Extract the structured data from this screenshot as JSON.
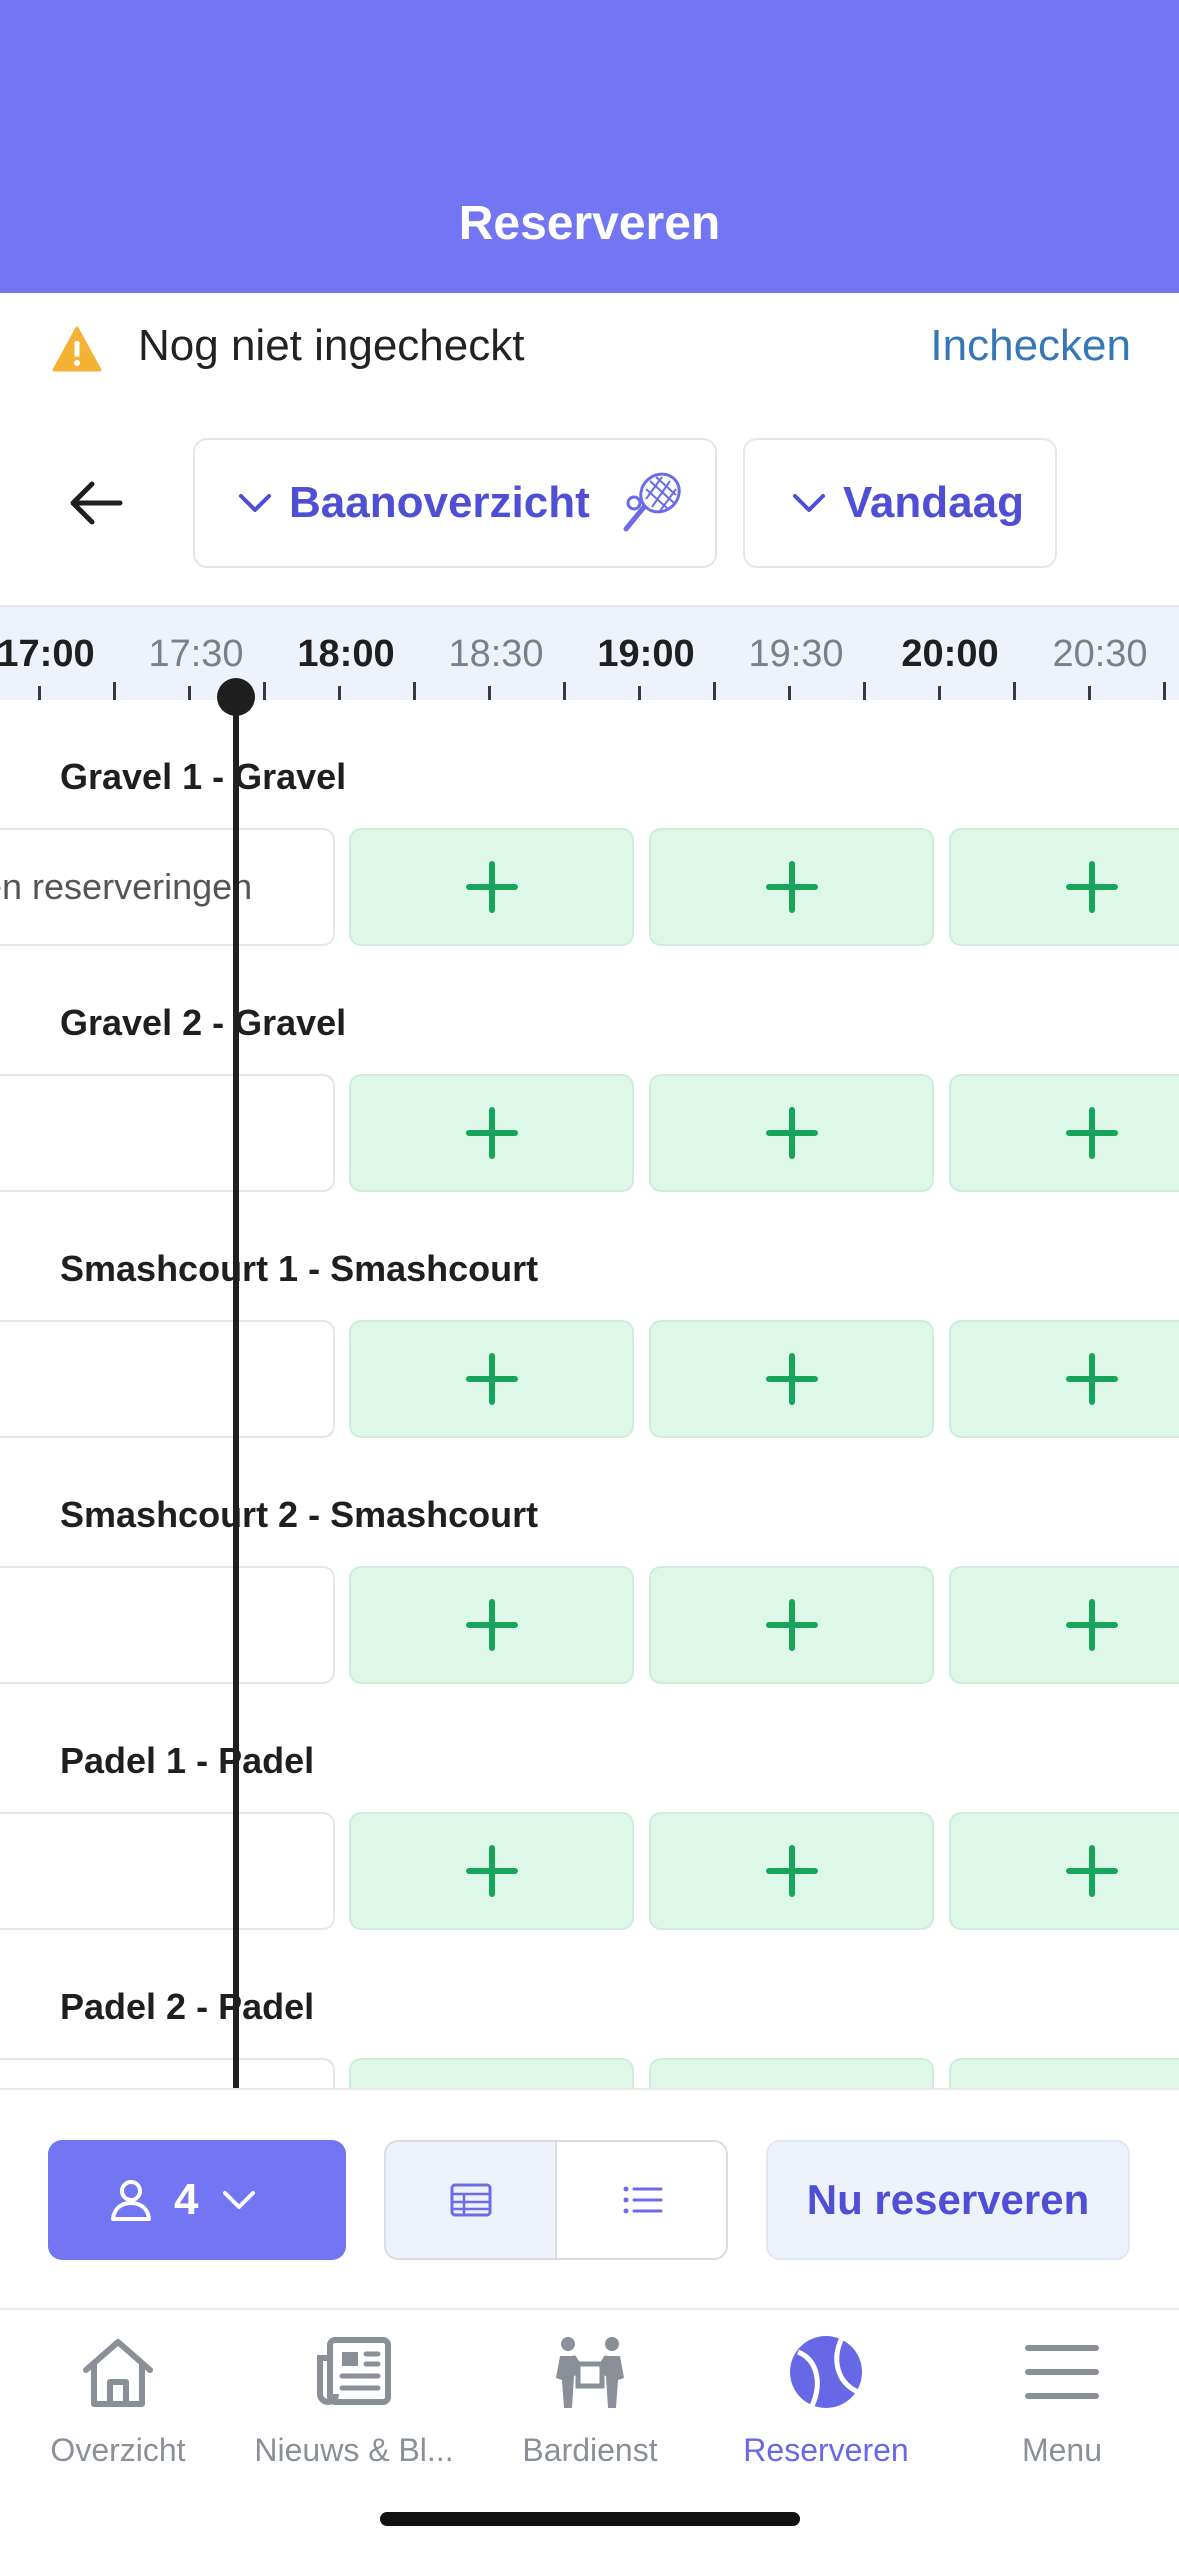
{
  "header": {
    "title": "Reserveren"
  },
  "checkin": {
    "status": "Nog niet ingecheckt",
    "action": "Inchecken"
  },
  "filters": {
    "court_view": "Baanoverzicht",
    "day": "Vandaag"
  },
  "timeline": [
    "17:00",
    "17:30",
    "18:00",
    "18:30",
    "19:00",
    "19:30",
    "20:00",
    "20:30"
  ],
  "courts": [
    {
      "name": "Gravel 1 - Gravel",
      "first_slot_text": "en reserveringen"
    },
    {
      "name": "Gravel 2 - Gravel",
      "first_slot_text": ""
    },
    {
      "name": "Smashcourt 1 - Smashcourt",
      "first_slot_text": ""
    },
    {
      "name": "Smashcourt 2 - Smashcourt",
      "first_slot_text": ""
    },
    {
      "name": "Padel 1 - Padel",
      "first_slot_text": ""
    },
    {
      "name": "Padel 2 - Padel",
      "first_slot_text": ""
    }
  ],
  "actions": {
    "people_count": "4",
    "reserve_label": "Nu reserveren"
  },
  "tabs": [
    {
      "label": "Overzicht",
      "icon": "home-icon",
      "active": false
    },
    {
      "label": "Nieuws & Bl...",
      "icon": "newspaper-icon",
      "active": false
    },
    {
      "label": "Bardienst",
      "icon": "bar-staff-icon",
      "active": false
    },
    {
      "label": "Reserveren",
      "icon": "tennis-ball-icon",
      "active": true
    },
    {
      "label": "Menu",
      "icon": "menu-icon",
      "active": false
    }
  ],
  "colors": {
    "primary": "#7376F2",
    "accent_text": "#4F4FD6",
    "free_slot": "#DDF7E9",
    "plus": "#17A55B",
    "link": "#3577B7",
    "warning": "#F5B335"
  }
}
